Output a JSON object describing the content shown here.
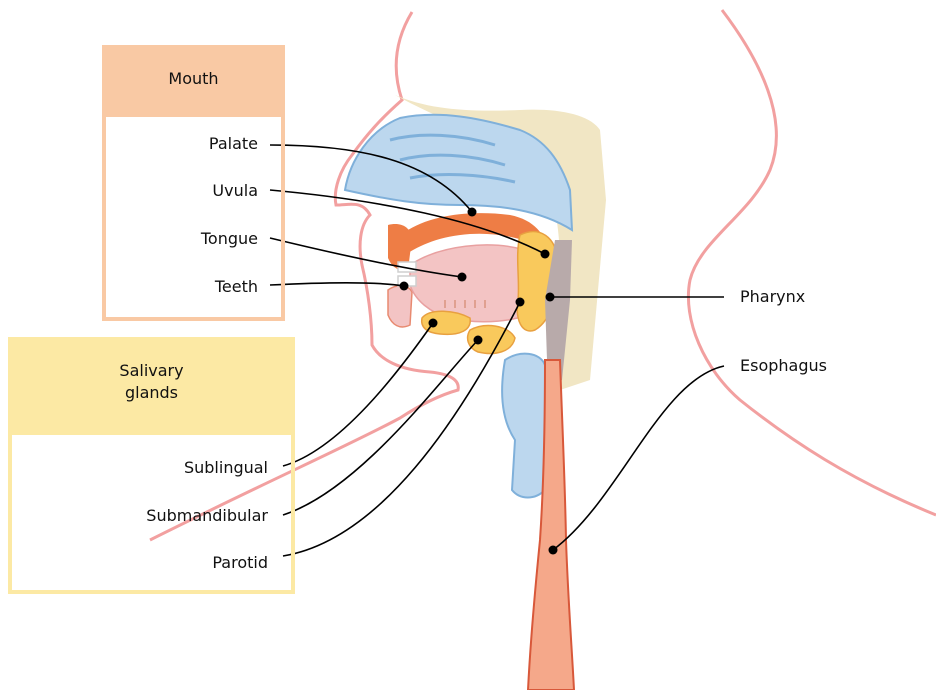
{
  "groups": {
    "mouth": {
      "title": "Mouth",
      "header_color": "#f9c9a4",
      "border_color": "#f9c9a4",
      "labels": [
        "Palate",
        "Uvula",
        "Tongue",
        "Teeth"
      ]
    },
    "salivary": {
      "title": "Salivary glands",
      "title_line1": "Salivary",
      "title_line2": "glands",
      "header_color": "#fce9a4",
      "border_color": "#fce9a4",
      "labels": [
        "Sublingual",
        "Submandibular",
        "Parotid"
      ]
    }
  },
  "right_labels": [
    "Pharynx",
    "Esophagus"
  ],
  "colors": {
    "skin_outline": "#f2a0a0",
    "esophagus": "#f5a88a",
    "esophagus_edge": "#d8583a",
    "nasal_cavity": "#bcd7ee",
    "nasal_edge": "#7fb0da",
    "bone": "#f1e6c4",
    "tongue": "#f3c4c4",
    "palate_orange": "#ee7d45",
    "gland_yellow": "#f9c95c",
    "pharynx_gray": "#b8aaaa",
    "leader_line": "#000000"
  }
}
